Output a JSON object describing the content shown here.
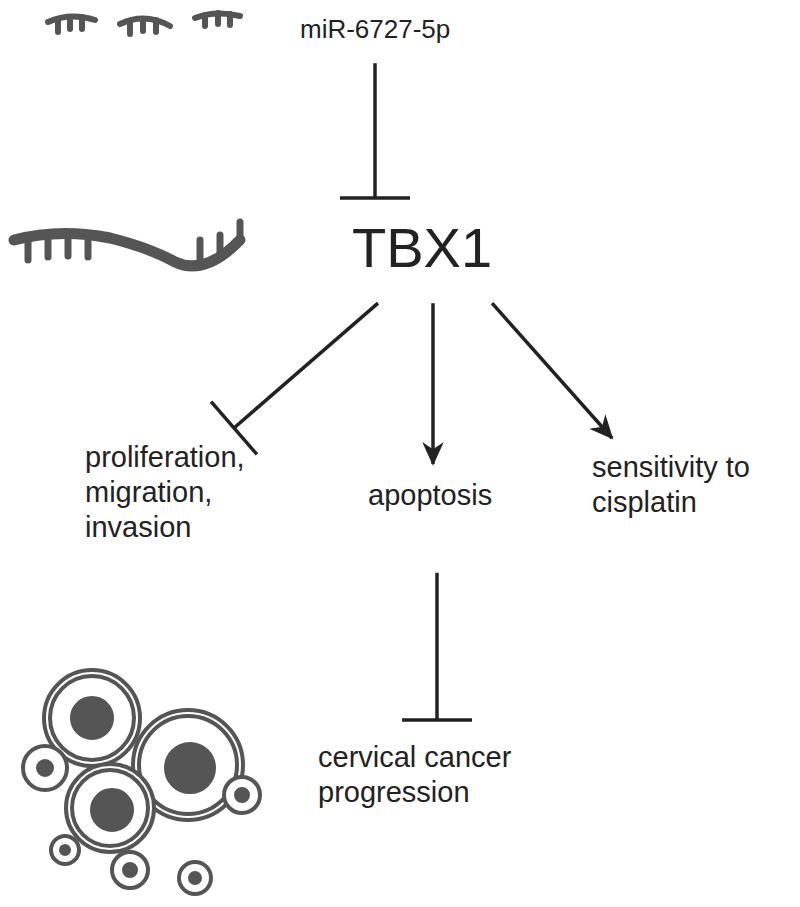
{
  "diagram": {
    "nodes": [
      {
        "text": [
          "miR-6727-5p"
        ]
      },
      {
        "text": [
          "TBX1"
        ]
      },
      {
        "text": [
          "proliferation, migration, invasion"
        ]
      },
      {
        "text": [
          "apoptosis"
        ]
      },
      {
        "text": [
          "sensitivity to cisplatin"
        ]
      },
      {
        "text": [
          "cervical cancer progression"
        ]
      }
    ],
    "edges": [
      {
        "from": 0,
        "to": 1,
        "arrow": "to"
      },
      {
        "from": 1,
        "to": 2,
        "arrow": "to"
      },
      {
        "from": 1,
        "to": 3,
        "arrow": "to"
      },
      {
        "from": 1,
        "to": 4,
        "arrow": "to"
      },
      {
        "from": 3,
        "to": 5,
        "arrow": "to"
      }
    ]
  }
}
